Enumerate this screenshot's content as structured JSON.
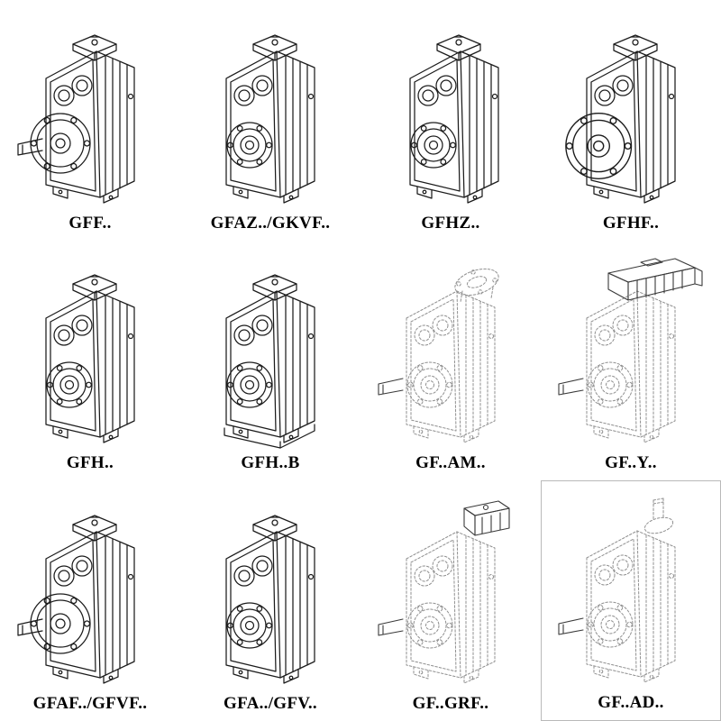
{
  "page": {
    "description_colors": {
      "line": "#1c1c1c",
      "dashed_line": "#8f8f8f",
      "background": "#ffffff"
    }
  },
  "items": [
    {
      "label": "GFF..",
      "drawing": "parallel-shaft-gearbox-output-flange-and-shaft"
    },
    {
      "label": "GFAZ../GKVF..",
      "drawing": "parallel-shaft-gearbox-hollow-output"
    },
    {
      "label": "GFHZ..",
      "drawing": "parallel-shaft-gearbox-hollow-output"
    },
    {
      "label": "GFHF..",
      "drawing": "parallel-shaft-gearbox-large-output-flange"
    },
    {
      "label": "GFH..",
      "drawing": "parallel-shaft-gearbox-hollow-output"
    },
    {
      "label": "GFH..B",
      "drawing": "parallel-shaft-gearbox-hollow-output-foot-mounted"
    },
    {
      "label": "GF..AM..",
      "drawing": "gearbox-with-iec-input-flange-dashed"
    },
    {
      "label": "GF..Y..",
      "drawing": "gearbox-with-mounted-motor-dashed"
    },
    {
      "label": "GFAF../GFVF..",
      "drawing": "parallel-shaft-gearbox-output-flange-and-shaft"
    },
    {
      "label": "GFA../GFV..",
      "drawing": "parallel-shaft-gearbox-hollow-output"
    },
    {
      "label": "GF..GRF..",
      "drawing": "gearbox-with-input-adapter-dashed"
    },
    {
      "label": "GF..AD..",
      "drawing": "gearbox-with-input-shaft-adapter-dashed"
    }
  ]
}
